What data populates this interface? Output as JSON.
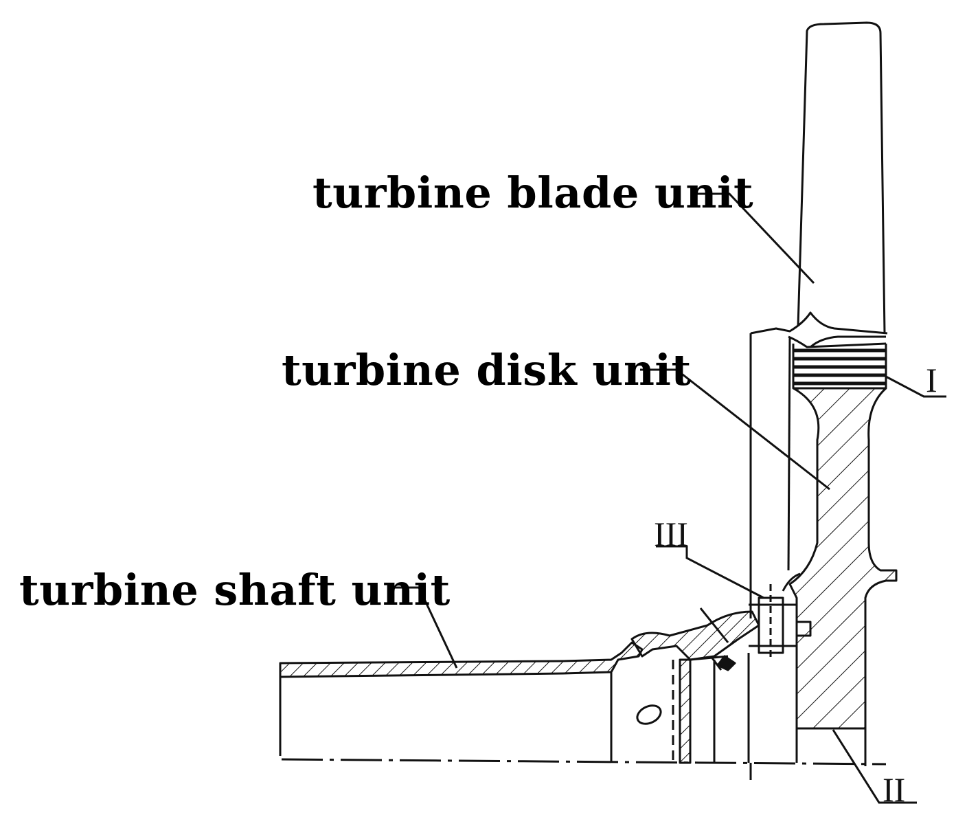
{
  "labels": {
    "blade": "turbine blade unit",
    "disk": "turbine disk unit",
    "shaft": "turbine shaft unit"
  },
  "markers": {
    "one": "I",
    "two": "II",
    "three": "III"
  }
}
